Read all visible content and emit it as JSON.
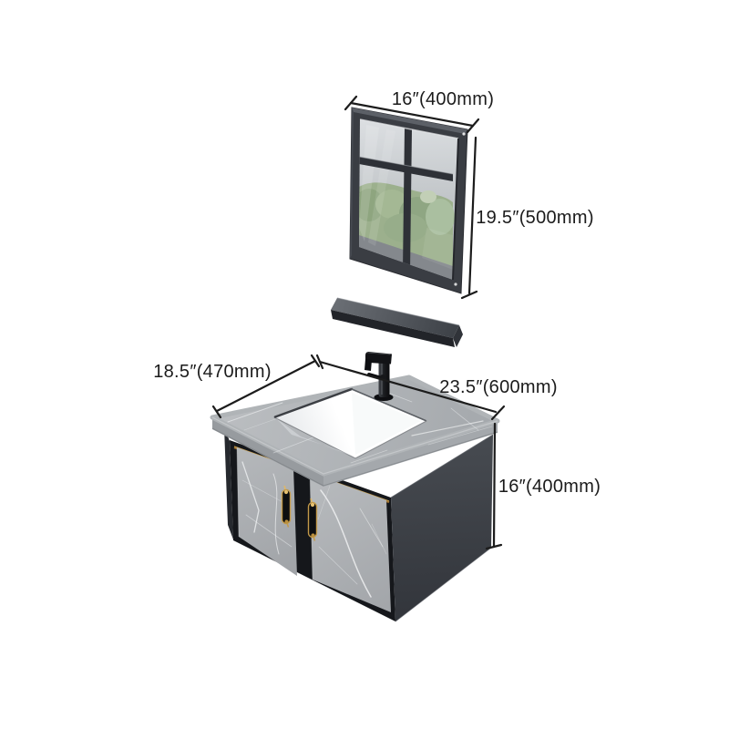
{
  "meta": {
    "description": "Product dimension diagram of a grey wall-mounted bathroom vanity set: framed mirror, wall shelf, marble countertop with undermount sink, black faucet and two-door cabinet with brass handles",
    "background": "#ffffff"
  },
  "annotations": {
    "mirror_width": {
      "label": "16″(400mm)"
    },
    "mirror_height": {
      "label": "19.5″(500mm)"
    },
    "vanity_depth": {
      "label": "18.5″(470mm)"
    },
    "vanity_width": {
      "label": "23.5″(600mm)"
    },
    "vanity_height": {
      "label": "16″(400mm)"
    }
  },
  "parts": {
    "mirror": "framed mirror with window reflection",
    "shelf": "wall-mounted floating shelf",
    "cabinet": "wall-hung two-door marble cabinet",
    "sink": "undermount rectangular ceramic sink",
    "faucet": "black single-handle faucet",
    "handles": "brass vertical door handles"
  },
  "colors": {
    "dimension_line": "#1c1c1c",
    "dimension_text": "#1b1b1b",
    "marble": "#b0b4b8",
    "cabinet_frame": "#15171b",
    "cabinet_side": "#3c4046",
    "mirror_frame": "#3a3d43",
    "gold_accent": "#b3843c",
    "sink": "#ffffff",
    "foliage": "#96ab89"
  }
}
